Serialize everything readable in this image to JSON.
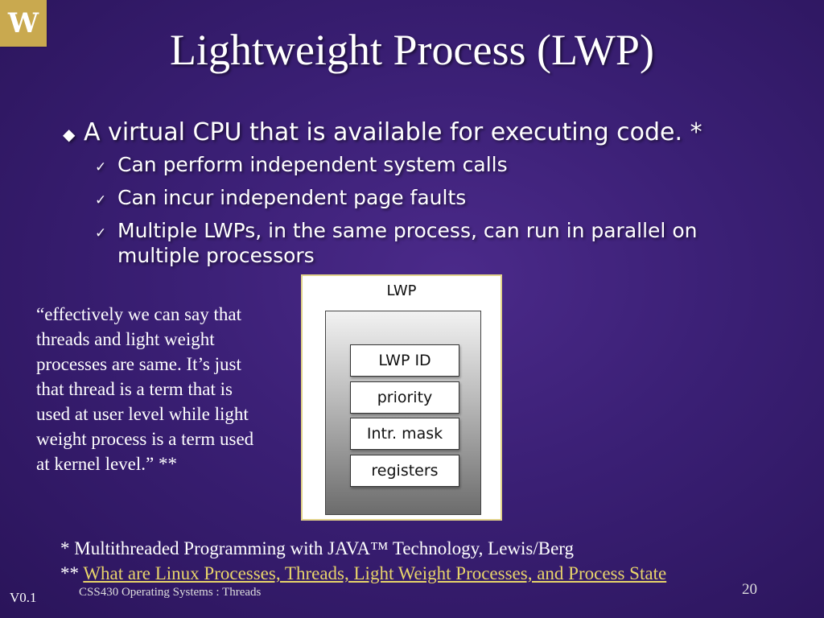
{
  "logo": {
    "text": "W"
  },
  "slide": {
    "title": "Lightweight Process (LWP)",
    "bullet_main": "A virtual CPU that is available for executing code. *",
    "sub_bullets": [
      "Can perform independent system calls",
      "Can incur independent page faults",
      "Multiple LWPs, in the same process, can run in parallel on multiple processors"
    ],
    "quote": "“effectively we can say that threads and light weight processes are same. It’s just that thread is a term that is used at user level while light weight process is a term used at kernel level.” **"
  },
  "diagram": {
    "label": "LWP",
    "fields": [
      "LWP ID",
      "priority",
      "Intr. mask",
      "registers"
    ]
  },
  "footnotes": {
    "note1": "* Multithreaded Programming with JAVA™  Technology, Lewis/Berg",
    "note2_prefix": "** ",
    "note2_link": "What are Linux Processes, Threads, Light Weight Processes, and Process State"
  },
  "footer": {
    "course": "CSS430 Operating Systems : Threads",
    "page": "20",
    "version": "V0.1"
  },
  "icons": {
    "bullet": "diamond-icon",
    "sub_bullet": "checkmark-icon"
  },
  "colors": {
    "background": "#3a1f74",
    "logo": "#c9a94f",
    "link": "#e8d46a"
  }
}
